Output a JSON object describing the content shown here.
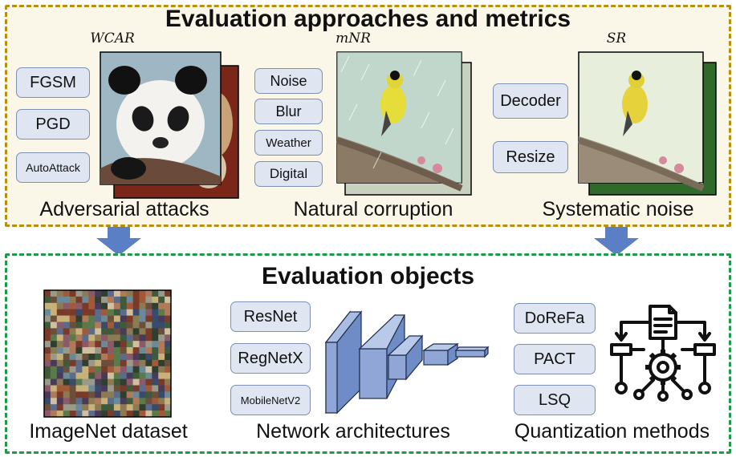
{
  "top": {
    "title": "Evaluation approaches and metrics",
    "groups": [
      {
        "caption": "Adversarial attacks",
        "metric": "WCAR",
        "methods": [
          "FGSM",
          "PGD",
          "AutoAttack"
        ]
      },
      {
        "caption": "Natural corruption",
        "metric": "mNR",
        "methods": [
          "Noise",
          "Blur",
          "Weather",
          "Digital"
        ]
      },
      {
        "caption": "Systematic noise",
        "metric": "SR",
        "methods": [
          "Decoder",
          "Resize"
        ]
      }
    ]
  },
  "bottom": {
    "title": "Evaluation objects",
    "groups": [
      {
        "caption": "ImageNet dataset",
        "items": []
      },
      {
        "caption": "Network architectures",
        "items": [
          "ResNet",
          "RegNetX",
          "MobileNetV2"
        ]
      },
      {
        "caption": "Quantization methods",
        "items": [
          "DoReFa",
          "PACT",
          "LSQ"
        ]
      }
    ]
  },
  "colors": {
    "top_border": "#b8900d",
    "top_fill": "#fbf7e8",
    "bottom_border": "#1f9a4a",
    "pill_fill": "#dfe5f1",
    "pill_border": "#7d8fb3",
    "arrow": "#5b7fc4",
    "network_block": "#8fa6d6"
  },
  "icons": {
    "arrows": "down-arrow-icon",
    "quantization": "quantization-process-icon",
    "network": "cnn-architecture-icon",
    "dataset": "imagenet-mosaic-icon"
  }
}
